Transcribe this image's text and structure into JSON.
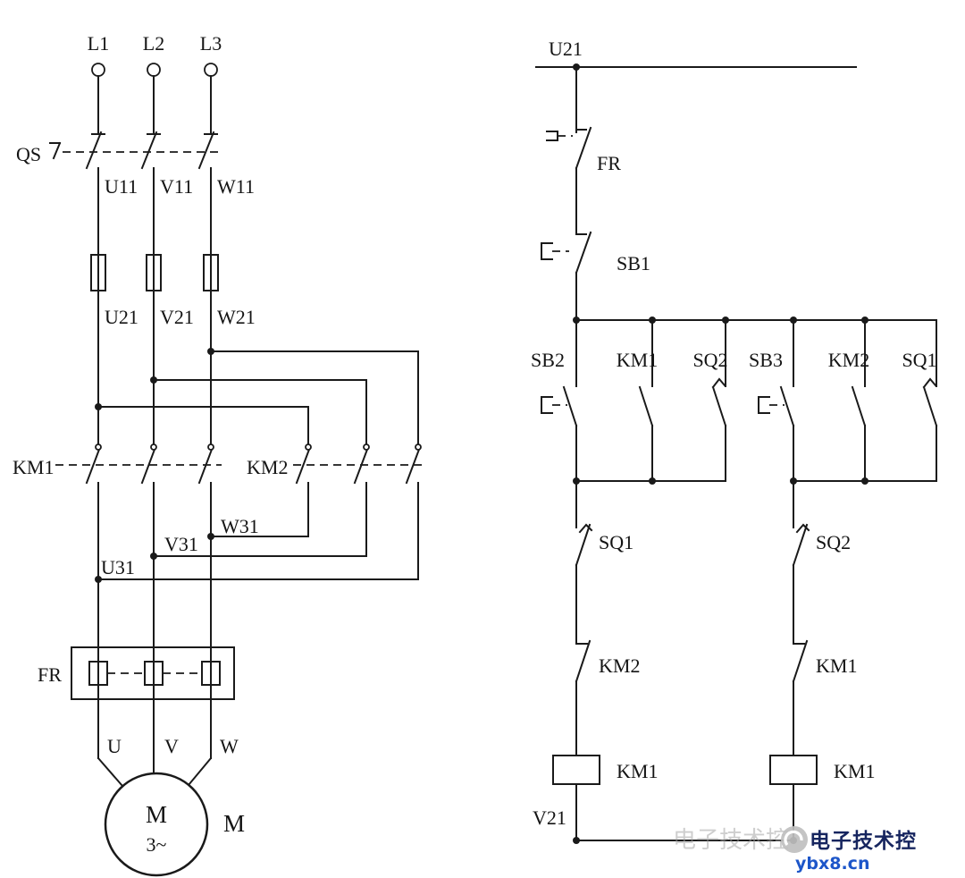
{
  "power": {
    "phases": [
      "L1",
      "L2",
      "L3"
    ],
    "disconnect": "QS",
    "wires_top": [
      "U11",
      "V11",
      "W11"
    ],
    "wires_mid": [
      "U21",
      "V21",
      "W21"
    ],
    "km1": "KM1",
    "km2": "KM2",
    "wires_cross": [
      "U31",
      "V31",
      "W31"
    ],
    "fr": "FR",
    "motor_wires": [
      "U",
      "V",
      "W"
    ],
    "motor_letter": "M",
    "motor_phases": "3~",
    "motor_tag": "M"
  },
  "control": {
    "node_top": "U21",
    "fr": "FR",
    "sb1": "SB1",
    "branches": [
      "SB2",
      "KM1",
      "SQ2",
      "SB3",
      "KM2",
      "SQ1"
    ],
    "sq1_nc": "SQ1",
    "sq2_nc": "SQ2",
    "km2_interlock": "KM2",
    "km1_interlock": "KM1",
    "coil_left": "KM1",
    "coil_right": "KM1",
    "node_bottom": "V21"
  },
  "watermark": {
    "brand": "电子技术控",
    "site": "ybx8.cn"
  },
  "colors": {
    "line": "#1a1a1a",
    "background": "#ffffff",
    "brand_text": "#16255f",
    "site_text": "#1d56c9"
  }
}
